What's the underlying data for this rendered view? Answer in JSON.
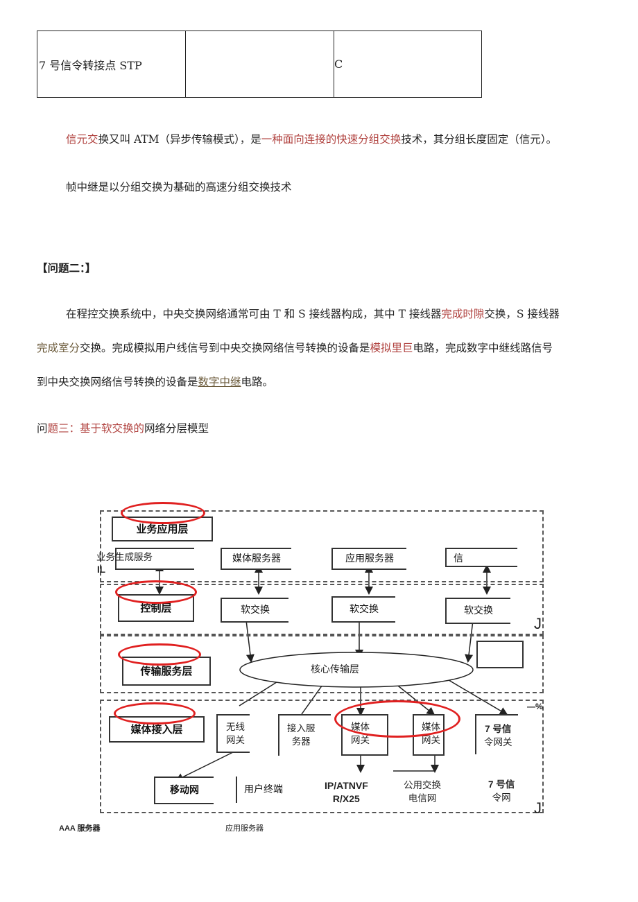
{
  "table": {
    "row": [
      "7 号信令转接点 STP",
      "",
      "C"
    ]
  },
  "para1": {
    "a": "信元交",
    "b": "换又叫 ATM（异步传输模式），是",
    "c": "一种面向连接的快速分组交换",
    "d": "技术，其分组长度固定（信元）。"
  },
  "para2": "帧中继是以分组交换为基础的高速分组交换技术",
  "q2_title": "【问题二：】",
  "para3": {
    "a": "在程控交换系统中，中央交换网络通常可由 T 和 S 接线器构成，其中 T 接线器",
    "b": "完成时隙",
    "c": "交换，S 接线器"
  },
  "para4": {
    "a": "完成室分",
    "b": "交换。完成模拟用户线信号到中央交换网络信号转换的设备是",
    "c": "模拟里巨",
    "d": "电路，完成数字中继线路信号"
  },
  "para5": {
    "a": "到中央交换网络信号转换的设备是",
    "b": "数字中继",
    "c": "电路。"
  },
  "q3": {
    "a": "问",
    "b": "题三：基于软交换的",
    "c": "网络分层模型"
  },
  "diagram": {
    "layers": {
      "app": "业务应用层",
      "control": "控制层",
      "transport": "传输服务层",
      "access": "媒体接入层"
    },
    "servers": {
      "s1": "业务生成服务",
      "s1b": "IL",
      "s2": "媒体服务器",
      "s3": "应用服务器",
      "s4": "信"
    },
    "softswitch": [
      "软交换",
      "软交换",
      "软交换"
    ],
    "core": "核心传输层",
    "access_items": {
      "wireless": [
        "无线",
        "网关"
      ],
      "access_server": [
        "接入服",
        "务器"
      ],
      "media_gw1": [
        "媒体",
        "网关"
      ],
      "media_gw2": [
        "媒体",
        "网关"
      ],
      "ss7_gw": [
        "7 号信",
        "令网关"
      ]
    },
    "bottom": {
      "mobile": "移动网",
      "user_terminal": "用户终端",
      "ip": [
        "IP/ATNVF",
        "R/X25"
      ],
      "pstn": [
        "公用交换",
        "电信网"
      ],
      "ss7": [
        "7 号信",
        "令网"
      ]
    },
    "marks": {
      "j1": "J",
      "j2": "J",
      "pct": "—%"
    },
    "captions": {
      "aaa": "AAA 服务器",
      "appserver": "应用服务器"
    }
  }
}
